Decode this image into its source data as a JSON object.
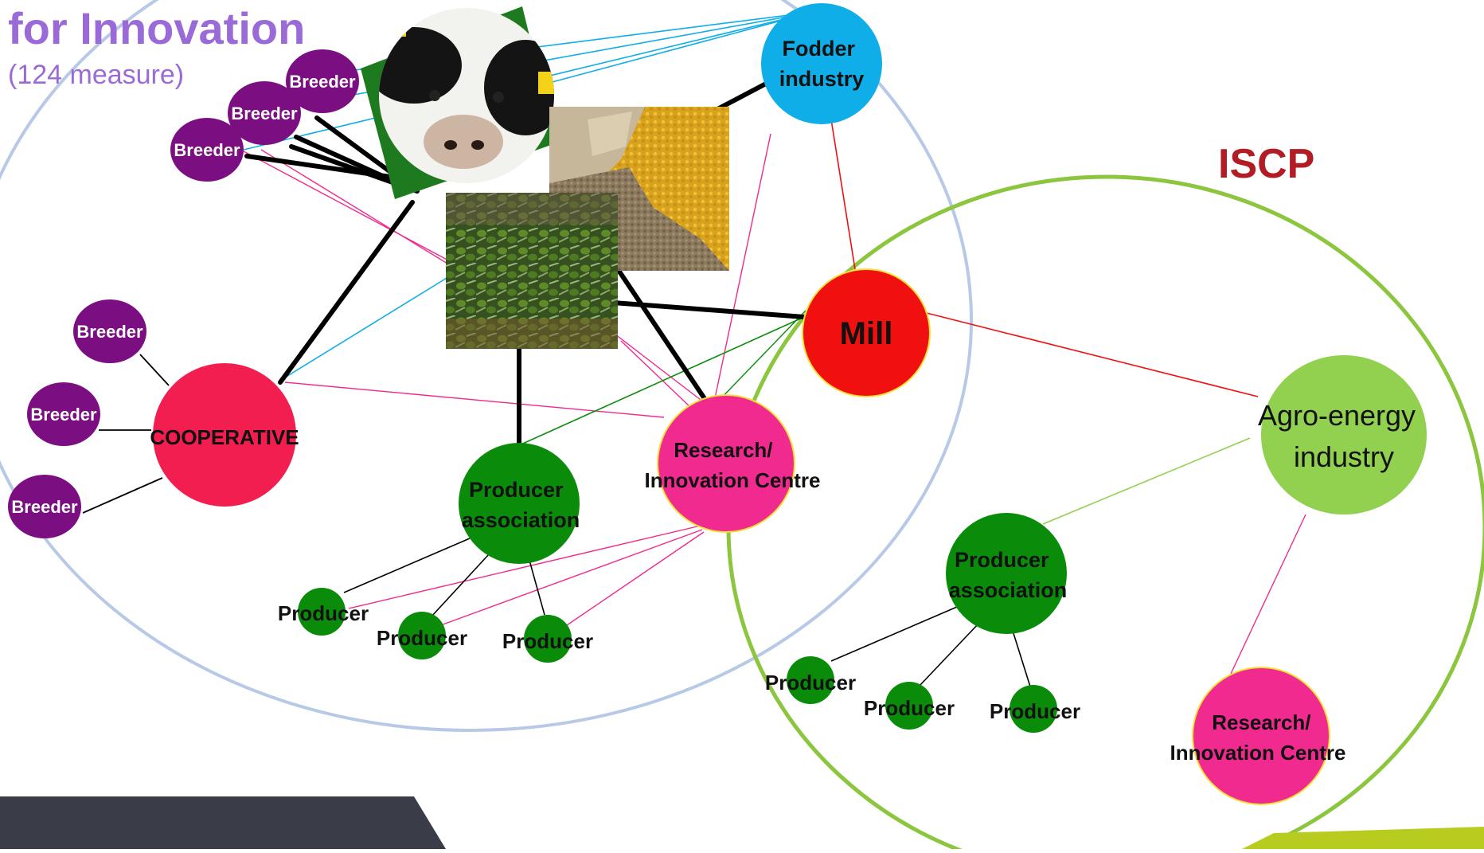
{
  "header": {
    "title": "for Innovation",
    "subtitle": "(124 measure)"
  },
  "iscp_label": "ISCP",
  "nodes": {
    "fodder": "Fodder industry",
    "mill": "Mill",
    "cooperative": "COOPERATIVE",
    "producer_assoc_left": "Producer association",
    "research_left": "Research/ Innovation Centre",
    "agro_energy": "Agro-energy industry",
    "producer_assoc_right": "Producer association",
    "research_right": "Research/ Innovation Centre",
    "breeder": "Breeder",
    "producer": "Producer"
  },
  "images": [
    "cow-photo",
    "grain-sacks-photo",
    "olives-photo"
  ],
  "colors": {
    "title": "#9a6bd8",
    "iscp": "#b21c24",
    "breeder": "#7b0f82",
    "cooperative": "#f21e4f",
    "producer": "#0a8c0a",
    "research": "#f02a8e",
    "mill": "#f01010",
    "fodder": "#10aee8",
    "agro_energy": "#92d050",
    "left_region_ring": "#b7c9e6",
    "right_region_ring": "#8cc63f"
  }
}
